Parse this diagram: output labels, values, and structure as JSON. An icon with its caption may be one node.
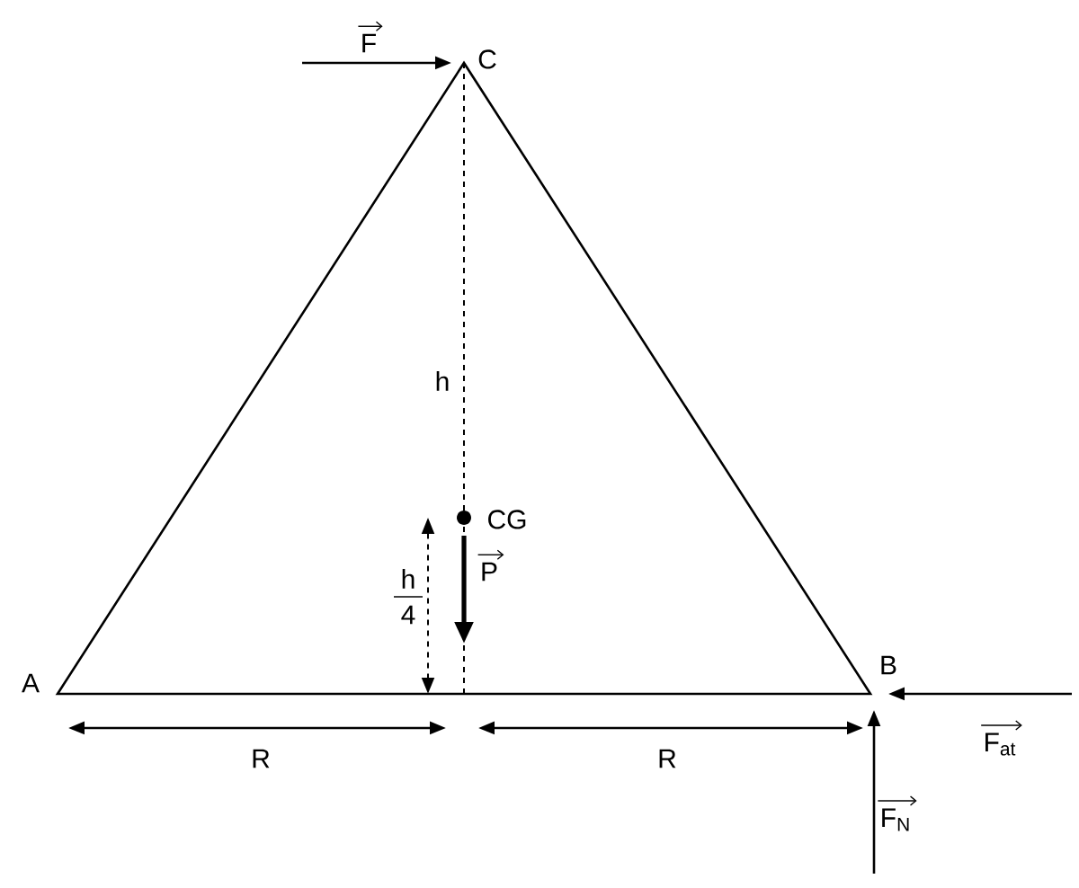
{
  "diagram": {
    "labels": [
      "F",
      "C",
      "h",
      "CG",
      "h",
      "4",
      "P",
      "A",
      "B",
      "F$_{at}$",
      "R",
      "R",
      "F$_{N}$"
    ]
  }
}
